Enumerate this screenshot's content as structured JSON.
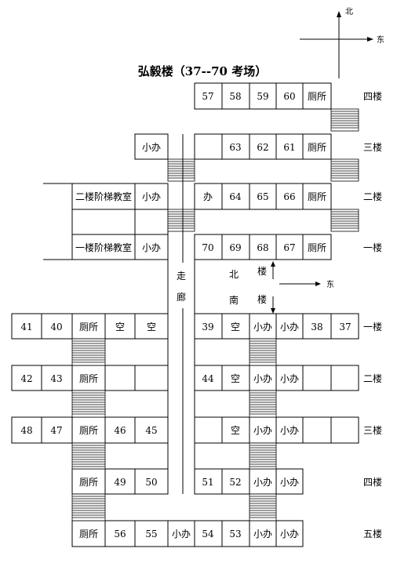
{
  "title": "弘毅楼（37--70 考场）",
  "compass": {
    "north": "北",
    "east": "东"
  },
  "north_building": {
    "rows": [
      {
        "floor": "四楼",
        "cells": [
          "57",
          "58",
          "59",
          "60",
          "厕所"
        ]
      },
      {
        "floor": "三楼",
        "cells": [
          "小办",
          "",
          "63",
          "62",
          "61",
          "厕所"
        ]
      },
      {
        "floor": "二楼",
        "cells": [
          "二楼阶梯教室",
          "小办",
          "办",
          "64",
          "65",
          "66",
          "厕所"
        ]
      },
      {
        "floor": "一楼",
        "cells": [
          "一楼阶梯教室",
          "小办",
          "70",
          "69",
          "68",
          "67",
          "厕所"
        ]
      }
    ]
  },
  "corridor_label": [
    "走",
    "廊"
  ],
  "building_labels": {
    "north": [
      "北",
      "楼"
    ],
    "south": [
      "南",
      "楼"
    ],
    "east": "东"
  },
  "south_building": {
    "rows": [
      {
        "floor": "一楼",
        "cells": [
          "41",
          "40",
          "厕所",
          "空",
          "空",
          "39",
          "空",
          "小办",
          "小办",
          "38",
          "37"
        ]
      },
      {
        "floor": "二楼",
        "cells": [
          "42",
          "43",
          "厕所",
          "",
          "",
          "44",
          "空",
          "小办",
          "小办",
          "",
          ""
        ]
      },
      {
        "floor": "三楼",
        "cells": [
          "48",
          "47",
          "厕所",
          "46",
          "45",
          "",
          "空",
          "小办",
          "小办",
          "",
          ""
        ]
      },
      {
        "floor": "四楼",
        "cells": [
          "厕所",
          "49",
          "50",
          "51",
          "52",
          "小办",
          "小办"
        ]
      },
      {
        "floor": "五楼",
        "cells": [
          "厕所",
          "56",
          "55",
          "小办",
          "54",
          "53",
          "小办",
          "小办"
        ]
      }
    ]
  }
}
